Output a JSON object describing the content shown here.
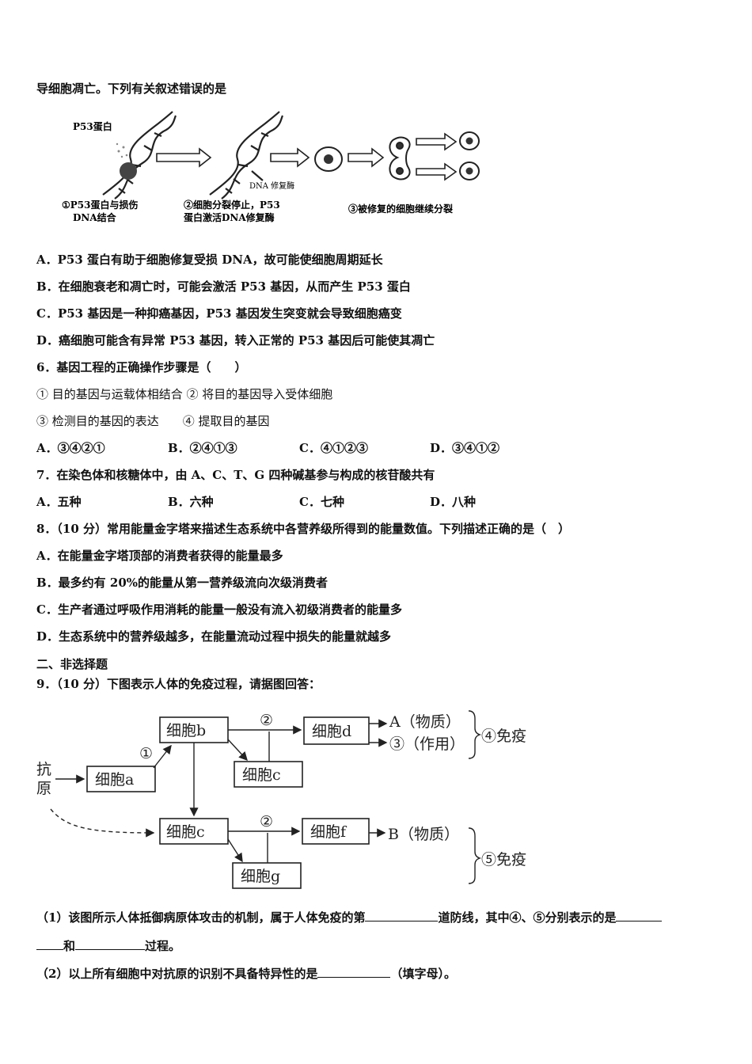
{
  "intro_line": "导细胞凋亡。下列有关叙述错误的是",
  "fig1": {
    "label_p53": "P53蛋白",
    "label_repair_enzyme": "DNA 修复酶",
    "cap1_line1": "①P53蛋白与损伤",
    "cap1_line2": "DNA结合",
    "cap2_line1": "②细胞分裂停止，P53",
    "cap2_line2": "蛋白激活DNA修复酶",
    "cap3": "③被修复的细胞继续分裂"
  },
  "q5": {
    "options": [
      "A．P53 蛋白有助于细胞修复受损 DNA，故可能使细胞周期延长",
      "B．在细胞衰老和凋亡时，可能会激活 P53 基因，从而产生 P53 蛋白",
      "C．P53 基因是一种抑癌基因，P53 基因发生突变就会导致细胞癌变",
      "D．癌细胞可能含有异常 P53 基因，转入正常的 P53 基因后可能使其凋亡"
    ]
  },
  "q6": {
    "stem": "6．基因工程的正确操作步骤是（　　）",
    "step_line1": "① 目的基因与运载体相结合 ② 将目的基因导入受体细胞",
    "step_line2": "③ 检测目的基因的表达　　④ 提取目的基因",
    "options": [
      "A．③④②①",
      "B．②④①③",
      "C．④①②③",
      "D．③④①②"
    ]
  },
  "q7": {
    "stem": "7．在染色体和核糖体中，由 A、C、T、G 四种碱基参与构成的核苷酸共有",
    "options": [
      "A．五种",
      "B．六种",
      "C．七种",
      "D．八种"
    ]
  },
  "q8": {
    "stem": "8．（10 分）常用能量金字塔来描述生态系统中各营养级所得到的能量数值。下列描述正确的是（　）",
    "options": [
      "A．在能量金字塔顶部的消费者获得的能量最多",
      "B．最多约有 20%的能量从第一营养级流向次级消费者",
      "C．生产者通过呼吸作用消耗的能量一般没有流入初级消费者的能量多",
      "D．生态系统中的营养级越多，在能量流动过程中损失的能量就越多"
    ]
  },
  "section2_title": "二、非选择题",
  "q9": {
    "stem": "9．（10 分）下图表示人体的免疫过程，请据图回答：",
    "diagram": {
      "antigen_1": "抗",
      "antigen_2": "原",
      "cell_a": "细胞a",
      "cell_b": "细胞b",
      "cell_c_top": "细胞c",
      "cell_c_bottom": "细胞c",
      "cell_d": "细胞d",
      "cell_f": "细胞f",
      "cell_g": "细胞g",
      "mark1": "①",
      "mark2_top": "②",
      "mark2_bottom": "②",
      "out_A": "A（物质）",
      "out_3": "③（作用）",
      "out_B": "B（物质）",
      "immunity4": "④免疫",
      "immunity5": "⑤免疫"
    },
    "sub1_part1": "（1）该图所示人体抵御病原体攻击的机制，属于人体免疫的第",
    "sub1_part2": "道防线，其中④、⑤分别表示的是",
    "sub1_part3": "和",
    "sub1_part4": "过程。",
    "sub2_part1": "（2）以上所有细胞中对抗原的识别不具备特异性的是",
    "sub2_part2": "（填字母）。"
  }
}
